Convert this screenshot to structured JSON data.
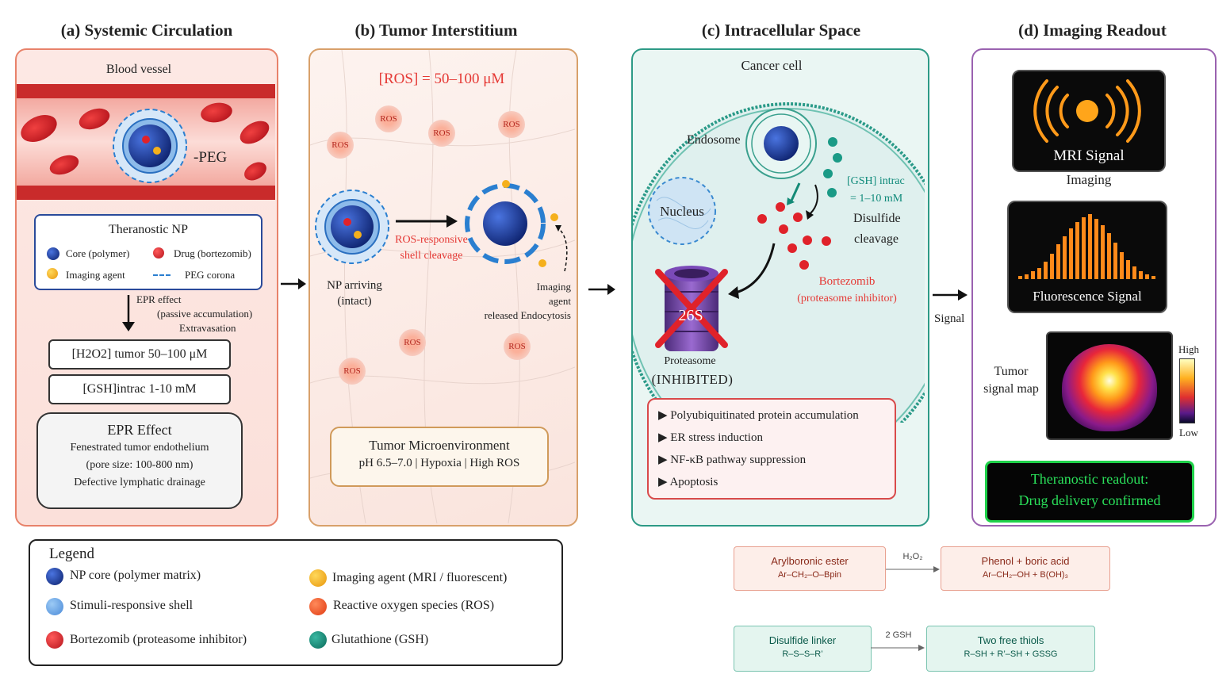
{
  "panels": {
    "a": {
      "title": "(a) Systemic Circulation",
      "vessel_label": "Blood vessel",
      "peg_label": "-PEG",
      "np_box": {
        "title": "Theranostic NP",
        "items": [
          "Core (polymer)",
          "Drug (bortezomib)",
          "Imaging agent",
          "PEG corona"
        ]
      },
      "epr_arrow_line1": "EPR effect",
      "epr_arrow_line2": "(passive accumulation)",
      "epr_arrow_line3": "Extravasation",
      "h2o2_box": "[H2O2] tumor 50–100 μM",
      "gsh_box": "[GSH]intrac 1-10 mM",
      "epr_box": {
        "title": "EPR Effect",
        "line1": "Fenestrated tumor endothelium",
        "line2": "(pore size: 100-800 nm)",
        "line3": "Defective lymphatic drainage"
      }
    },
    "b": {
      "title": "(b) Tumor Interstitium",
      "ros_conc": "[ROS] = 50–100 μM",
      "ros_label": "ROS",
      "np_arriving_1": "NP arriving",
      "np_arriving_2": "(intact)",
      "cleave_1": "ROS-responsive",
      "cleave_2": "shell cleavage",
      "imaging_1": "Imaging",
      "imaging_2": "agent",
      "imaging_3": "released Endocytosis",
      "tme_title": "Tumor Microenvironment",
      "tme_sub": "pH 6.5–7.0 | Hypoxia | High ROS"
    },
    "c": {
      "title": "(c) Intracellular Space",
      "cell_label": "Cancer cell",
      "endosome_label": "Endosome",
      "nucleus_label": "Nucleus",
      "gsh_1": "[GSH] intrac",
      "gsh_2": "= 1–10 mM",
      "disulfide_1": "Disulfide",
      "disulfide_2": "cleavage",
      "bortezomib_1": "Bortezomib",
      "bortezomib_2": "(proteasome inhibitor)",
      "proteasome_26s": "26S",
      "proteasome_1": "Proteasome",
      "proteasome_2": "(INHIBITED)",
      "effects": [
        "Polyubiquitinated protein accumulation",
        "ER stress induction",
        "NF-κB pathway suppression",
        "Apoptosis"
      ]
    },
    "d": {
      "title": "(d) Imaging Readout",
      "signal_label": "Signal",
      "mri_label": "MRI Signal",
      "imaging_label": "Imaging",
      "fluor_label": "Fluorescence Signal",
      "tumor_map_1": "Tumor",
      "tumor_map_2": "signal map",
      "high": "High",
      "low": "Low",
      "readout_1": "Theranostic readout:",
      "readout_2": "Drug delivery confirmed"
    }
  },
  "legend": {
    "title": "Legend",
    "items": [
      {
        "label": "NP core (polymer matrix)",
        "color": "#1a3a9a"
      },
      {
        "label": "Imaging agent (MRI / fluorescent)",
        "color": "#f5a623"
      },
      {
        "label": "Stimuli-responsive shell",
        "color": "#6fa8e8"
      },
      {
        "label": "Reactive oxygen species (ROS)",
        "color": "#f0562a"
      },
      {
        "label": "Bortezomib (proteasome inhibitor)",
        "color": "#d81e1e"
      },
      {
        "label": "Glutathione (GSH)",
        "color": "#138a76"
      }
    ]
  },
  "reactions": [
    {
      "left_title": "Arylboronic ester",
      "left_sub": "Ar–CH₂–O–Bpin",
      "reagent": "H₂O₂",
      "right_title": "Phenol + boric acid",
      "right_sub": "Ar–CH₂–OH + B(OH)₃"
    },
    {
      "left_title": "Disulfide linker",
      "left_sub": "R–S–S–R’",
      "reagent": "2 GSH",
      "right_title": "Two free thiols",
      "right_sub": "R–SH + R’–SH + GSSG"
    }
  ],
  "colors": {
    "panel_a_border": "#e8826a",
    "panel_b_border": "#d8a06a",
    "panel_c_border": "#2d9a86",
    "panel_d_border": "#9a62b0",
    "ros_red": "#e53935",
    "gsh_teal": "#0f8a7a",
    "readout_green": "#1fd24a"
  }
}
